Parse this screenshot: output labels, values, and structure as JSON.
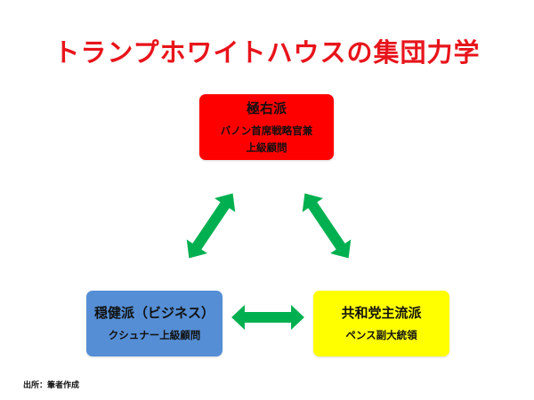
{
  "title": "トランプホワイトハウスの集団力学",
  "boxes": {
    "far_right": {
      "heading": "極右派",
      "lines": [
        "バノン首席戦略官兼",
        "上級顧問"
      ],
      "color": "#ff0000"
    },
    "moderate": {
      "heading": "穏健派（ビジネス）",
      "lines": [
        "クシュナー上級顧問"
      ],
      "color": "#558ed5"
    },
    "mainstream": {
      "heading": "共和党主流派",
      "lines": [
        "ペンス副大統領"
      ],
      "color": "#ffff00"
    }
  },
  "arrow_color": "#00b050",
  "source": "出所：筆者作成"
}
